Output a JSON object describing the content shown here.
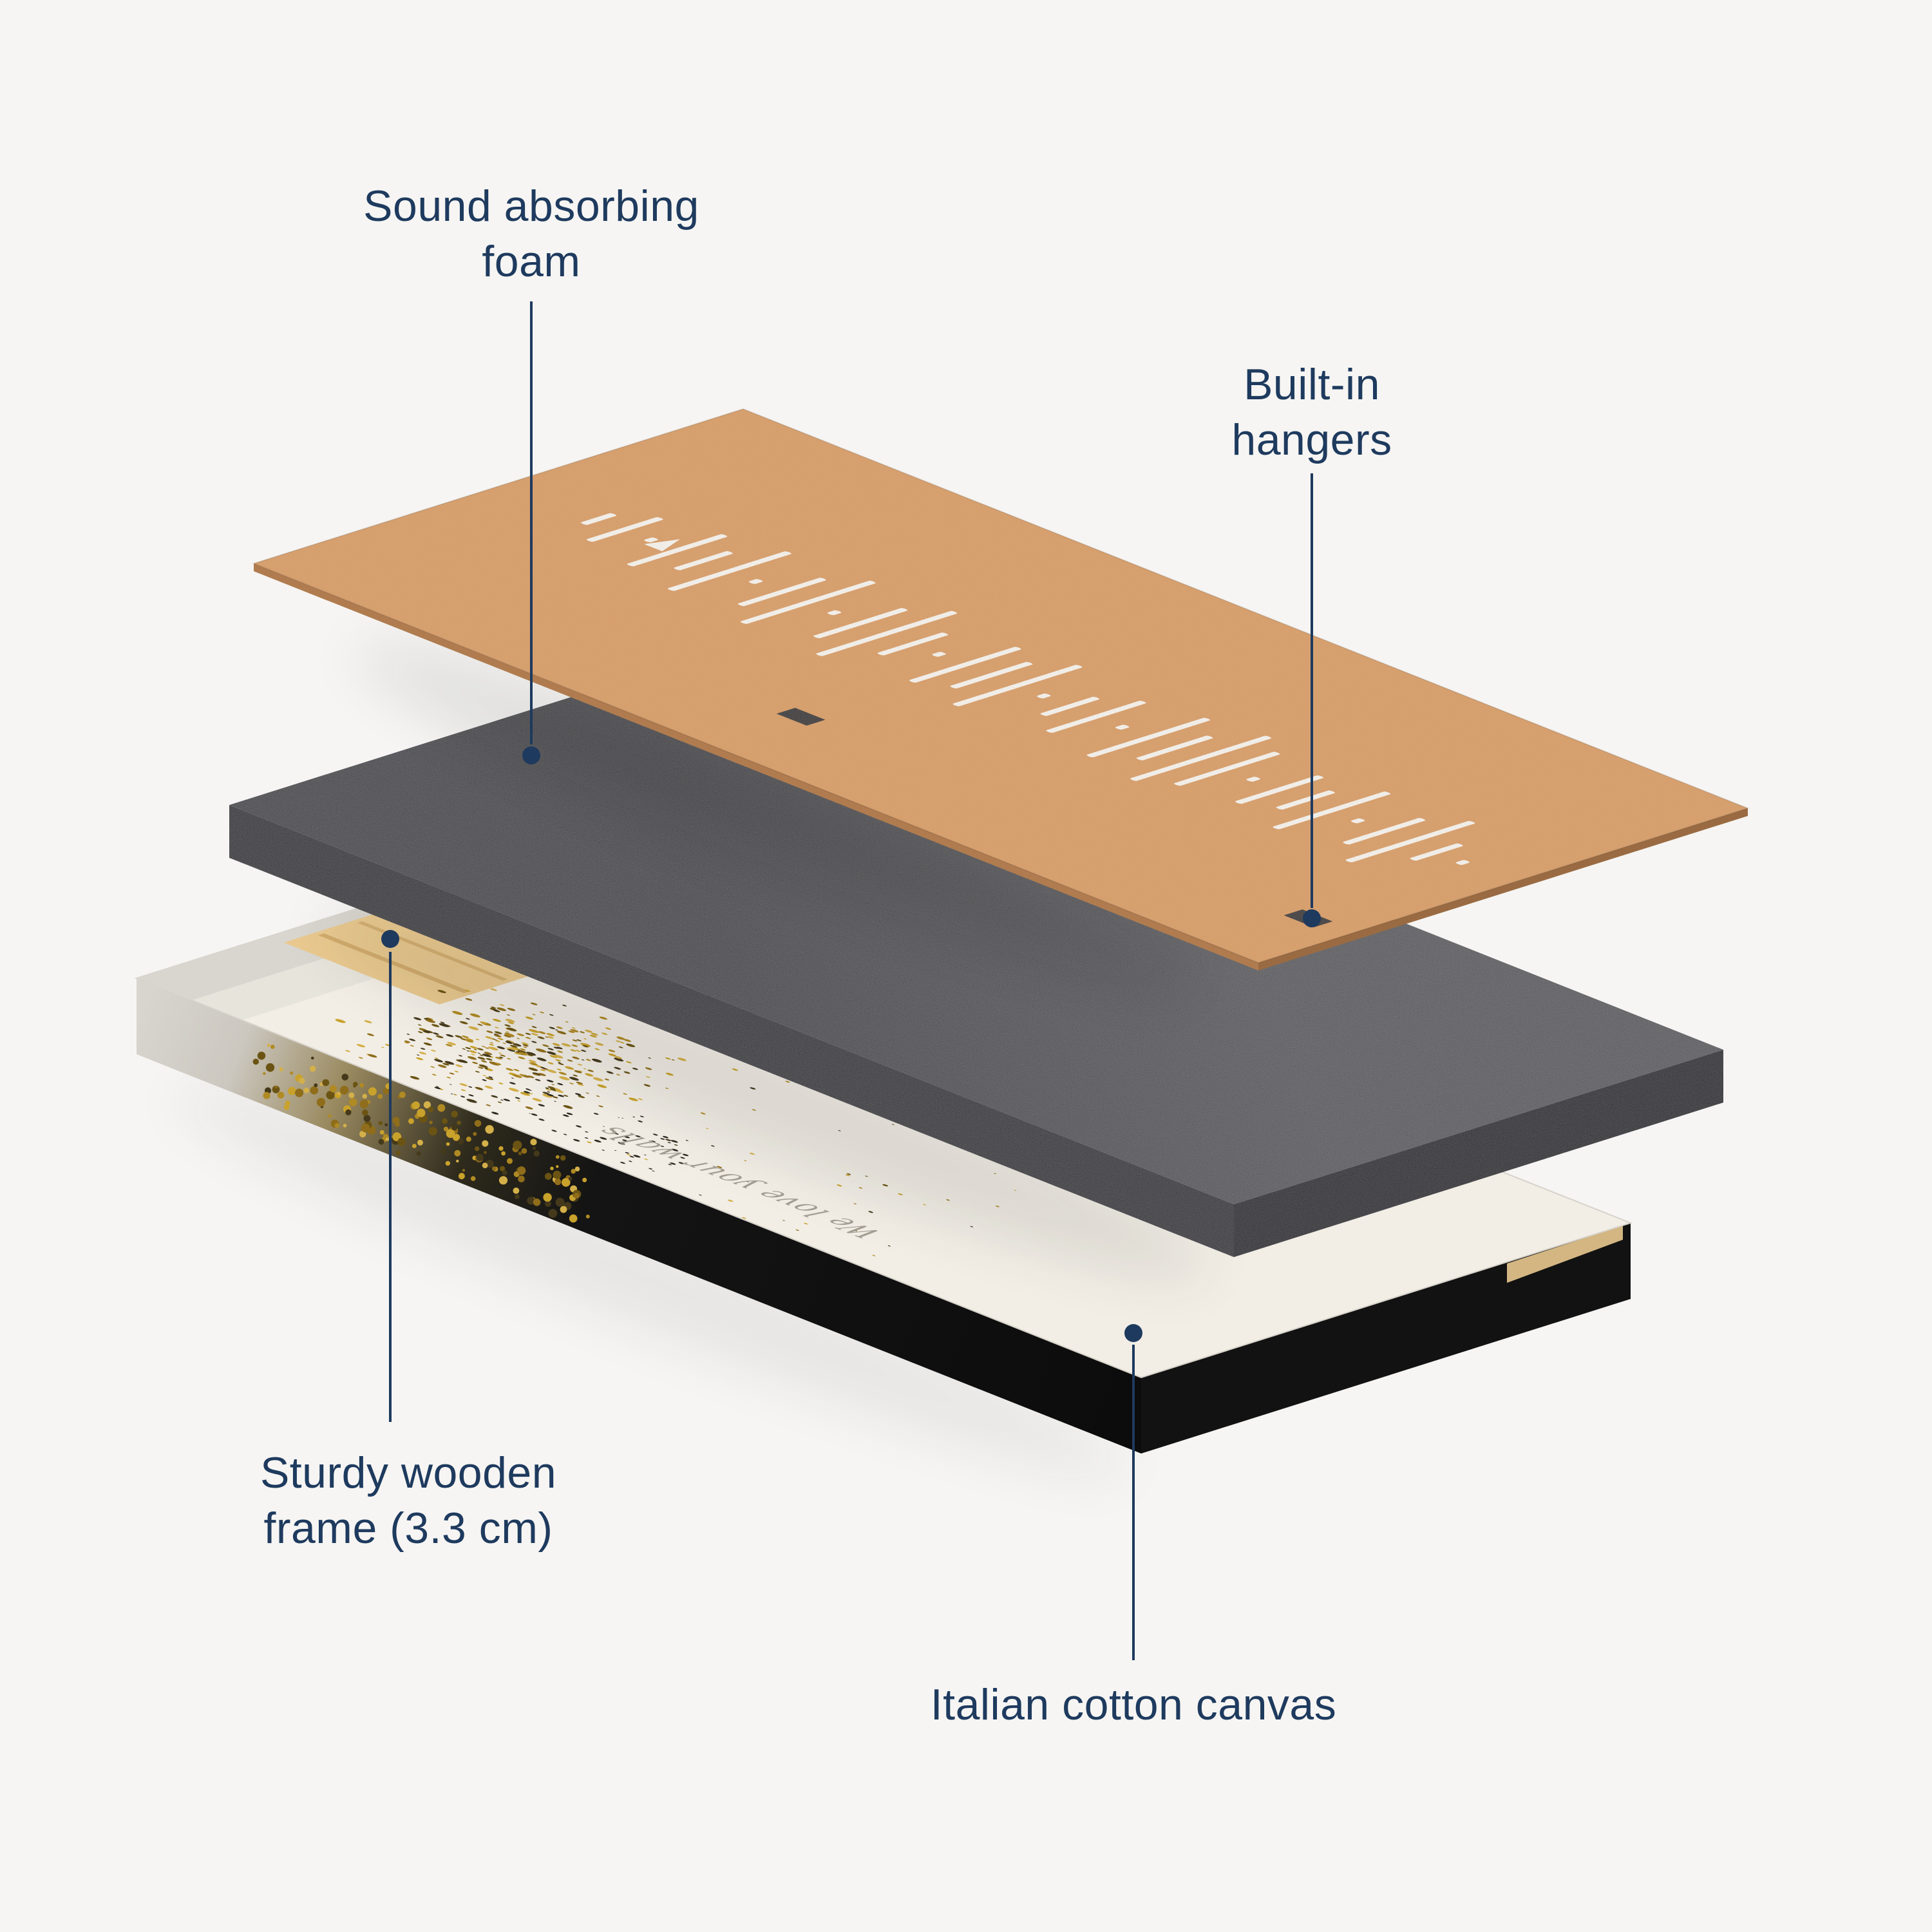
{
  "background_color": "#f6f5f3",
  "accent_color": "#1e3a5e",
  "labels": {
    "foam": "Sound absorbing foam",
    "hangers": "Built-in hangers",
    "frame": "Sturdy wooden frame (3.3 cm)",
    "canvas": "Italian cotton canvas"
  },
  "canvas_watermark": "We love your walls",
  "illustration": {
    "colors": {
      "mdf_edge": "#b07c4f",
      "mdf_edge_dark": "#9a6b42",
      "mdf_hole": "#46464a",
      "slot": "#f6f5f3",
      "foam_front": "#38383c",
      "foam_right": "#2f2f33",
      "canvas_right_side": "#121212",
      "wood": "#e9c98f",
      "wood_grain": "#c8a05e",
      "marble": "#d9d6d0",
      "watermark_gray": "#a39d92",
      "speckle_dark": "#2e2a20",
      "gold_palette": [
        "#c9a22c",
        "#b08a23",
        "#8f6d1a",
        "#d4b04a",
        "#6b5413",
        "#45391b"
      ]
    },
    "soundwave_amplitudes": [
      0.1,
      0.45,
      0.07,
      0.65,
      0.3,
      0.85,
      0.07,
      0.55,
      0.95,
      0.07,
      0.6,
      1.0,
      0.4,
      0.07,
      0.75,
      0.5,
      0.9,
      0.07,
      0.3,
      0.65,
      0.07,
      0.85,
      0.45,
      1.0,
      0.7,
      0.07,
      0.55,
      0.3,
      0.8,
      0.07,
      0.5,
      0.9,
      0.25,
      0.07
    ]
  }
}
